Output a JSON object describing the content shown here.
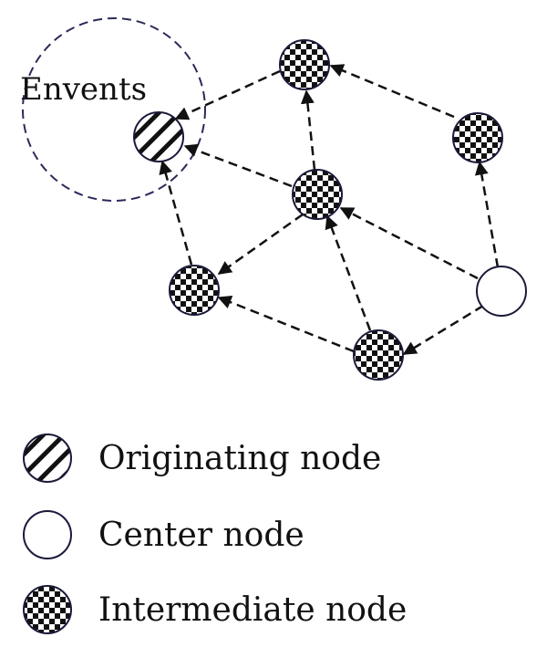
{
  "diagram": {
    "event_label": "Envents",
    "legend": [
      {
        "icon": "hatched-circle",
        "label": "Originating node"
      },
      {
        "icon": "hollow-circle",
        "label": "Center node"
      },
      {
        "icon": "checkered-circle",
        "label": "Intermediate node"
      }
    ],
    "colors": {
      "line": "#111111",
      "node_border": "#1a1a3a",
      "checker_dark": "#111111",
      "checker_light": "#ffffff"
    }
  }
}
